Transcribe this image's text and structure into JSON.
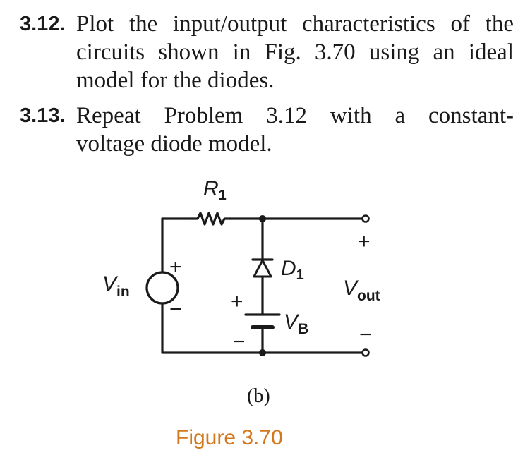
{
  "problems": [
    {
      "number": "3.12.",
      "lines": [
        "Plot the input/output characteristics of the",
        "circuits shown in Fig. 3.70 using an ideal",
        "model for the diodes."
      ]
    },
    {
      "number": "3.13.",
      "lines": [
        "Repeat Problem 3.12 with a constant-",
        "voltage diode model."
      ]
    }
  ],
  "circuit": {
    "resistor_label": {
      "main": "R",
      "sub": "1"
    },
    "diode_label": {
      "main": "D",
      "sub": "1"
    },
    "source_label": {
      "main": "V",
      "sub": "in"
    },
    "output_label": {
      "main": "V",
      "sub": "out"
    },
    "battery_label": {
      "main": "V",
      "sub": "B"
    },
    "source_plus": "+",
    "source_minus": "−",
    "battery_plus": "+",
    "battery_minus": "−",
    "output_plus": "+",
    "output_minus": "−",
    "subfigure_label": "(b)"
  },
  "caption": "Figure 3.70",
  "colors": {
    "caption": "#d4781e",
    "text": "#1a1a1a"
  }
}
